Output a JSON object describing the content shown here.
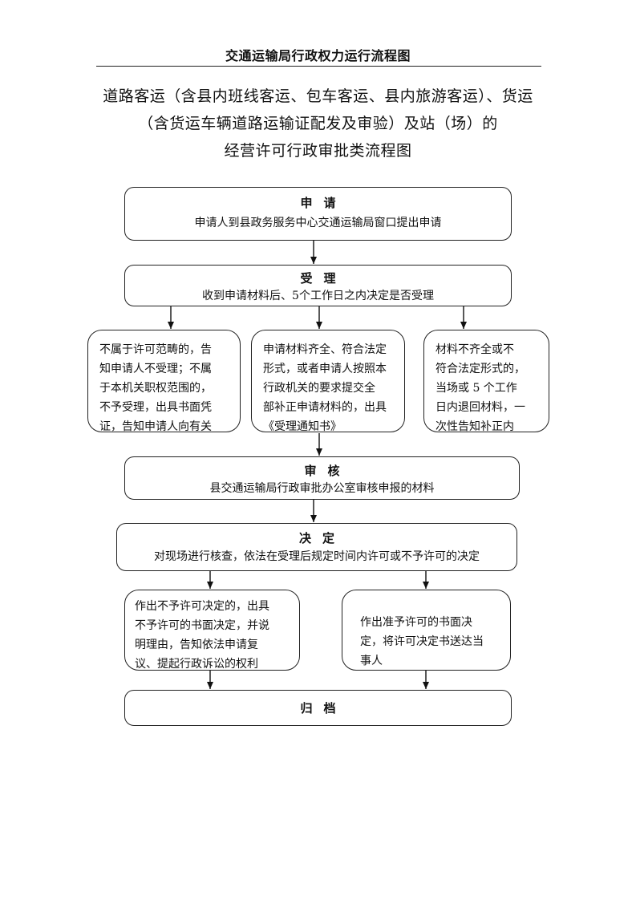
{
  "header": {
    "title": "交通运输局行政权力运行流程图"
  },
  "document_title": [
    "道路客运（含县内班线客运、包车客运、县内旅游客运）、货运",
    "（含货运车辆道路运输证配发及审验）及站（场）的",
    "经营许可行政审批类流程图"
  ],
  "flow": {
    "apply": {
      "title": "申请",
      "desc": "申请人到县政务服务中心交通运输局窗口提出申请"
    },
    "accept": {
      "title": "受理",
      "desc": "收到申请材料后、5个工作日之内决定是否受理"
    },
    "branches": {
      "reject": "不属于许可范畴的，告\n知申请人不受理；不属\n于本机关职权范围的，\n不予受理，出具书面凭\n证，告知申请人向有关",
      "complete": "申请材料齐全、符合法定\n形式，或者申请人按照本\n行政机关的要求提交全\n部补正申请材料的，出具\n《受理通知书》",
      "incomplete": "材料不齐全或不\n符合法定形式的，\n当场或 5 个工作\n日内退回材料，一\n次性告知补正内"
    },
    "review": {
      "title": "审核",
      "desc": "县交通运输局行政审批办公室审核申报的材料"
    },
    "decide": {
      "title": "决定",
      "desc": "对现场进行核查，依法在受理后规定时间内许可或不予许可的决定"
    },
    "outcomes": {
      "deny": "作出不予许可决定的，出具\n不予许可的书面决定，并说\n明理由，告知依法申请复\n议、提起行政诉讼的权利",
      "approve": "作出准予许可的书面决\n定，将许可决定书送达当\n事人"
    },
    "archive": {
      "title": "归档"
    }
  }
}
